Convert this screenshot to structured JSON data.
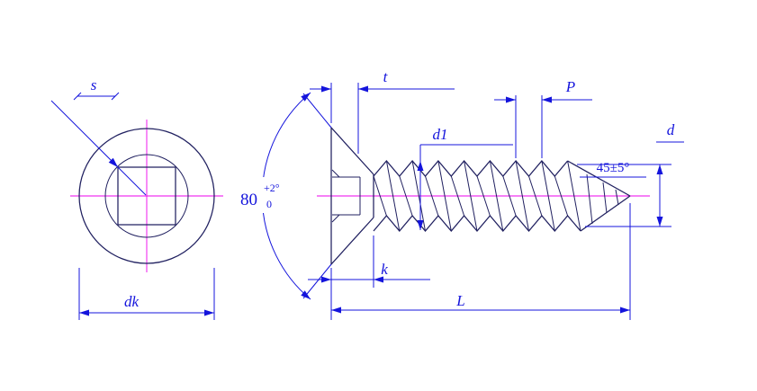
{
  "drawing": {
    "labels": {
      "s": "s",
      "dk": "dk",
      "t": "t",
      "p": "P",
      "d1": "d1",
      "d": "d",
      "k": "k",
      "l": "L",
      "head_angle": "80",
      "head_angle_tol_upper": "+2°",
      "head_angle_tol_lower": "0",
      "tip_angle": "45±5°"
    },
    "colors": {
      "dimension": "#1414dc",
      "outline": "#202060",
      "centerline": "#ee00ee",
      "background": "#ffffff"
    }
  }
}
